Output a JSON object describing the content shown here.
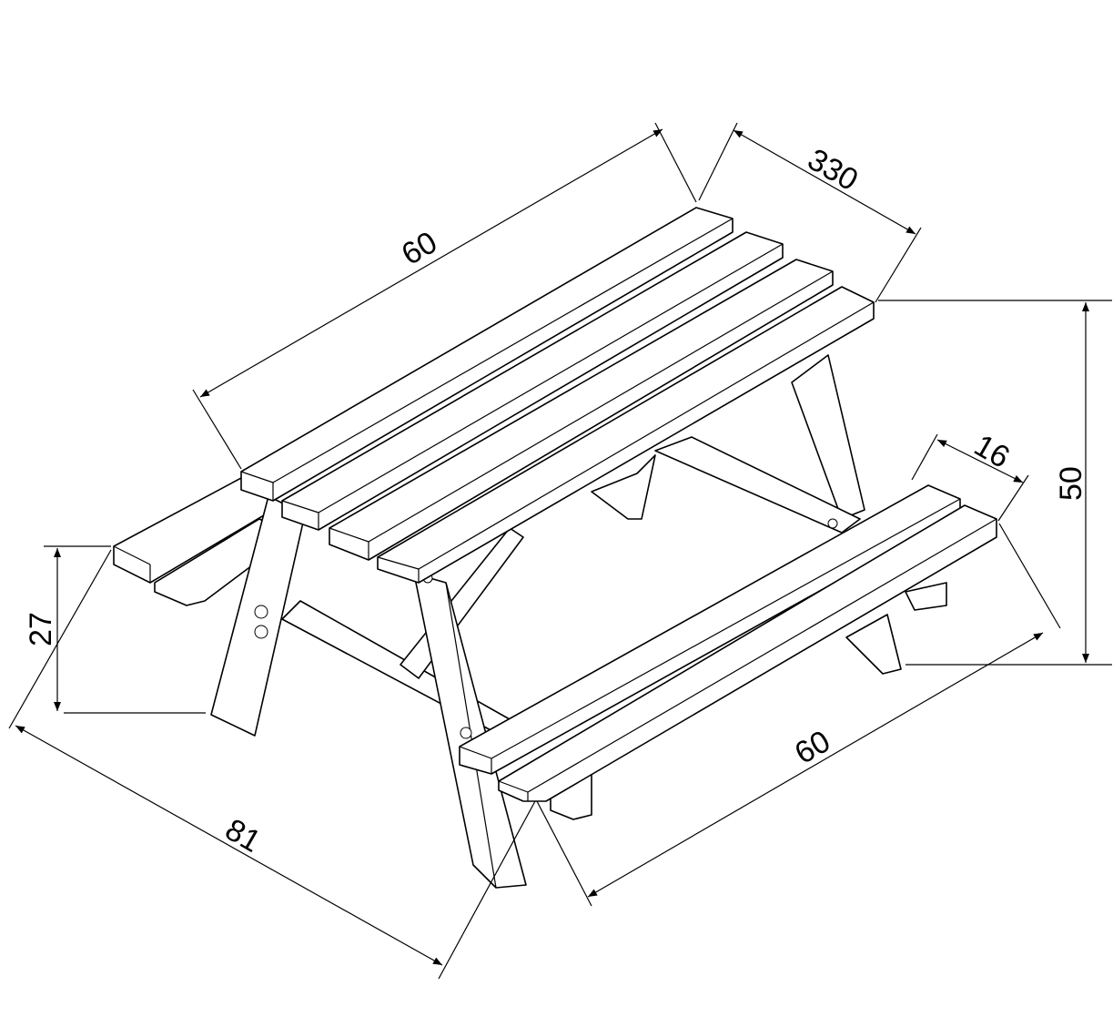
{
  "title": "Children's picnic table dimension drawing",
  "dimensions": {
    "table_length": "60",
    "table_width": "330",
    "table_height": "50",
    "bench_width": "16",
    "bench_height": "27",
    "overall_depth": "81",
    "bench_length": "60"
  },
  "colors": {
    "line": "#000000",
    "background": "#ffffff"
  }
}
